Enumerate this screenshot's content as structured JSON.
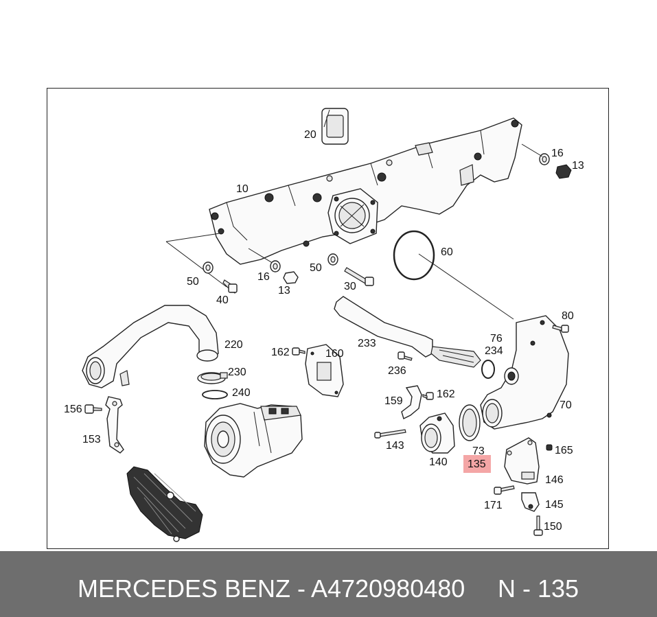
{
  "diagram": {
    "callouts": {
      "c20": "20",
      "c10": "10",
      "c16a": "16",
      "c13a": "13",
      "c60": "60",
      "c50a": "50",
      "c40": "40",
      "c16b": "16",
      "c13b": "13",
      "c50b": "50",
      "c30": "30",
      "c220": "220",
      "c230": "230",
      "c240": "240",
      "c156": "156",
      "c153": "153",
      "c162a": "162",
      "c160": "160",
      "c233": "233",
      "c236": "236",
      "c76": "76",
      "c234": "234",
      "c80": "80",
      "c70": "70",
      "c159": "159",
      "c162b": "162",
      "c143": "143",
      "c140": "140",
      "c73": "73",
      "c135": "135",
      "c165": "165",
      "c146": "146",
      "c171": "171",
      "c145": "145",
      "c150": "150"
    },
    "highlight_color": "#f4a6a6"
  },
  "footer": {
    "part_text": "MERCEDES BENZ - A4720980480",
    "ref_text": "N - 135"
  }
}
